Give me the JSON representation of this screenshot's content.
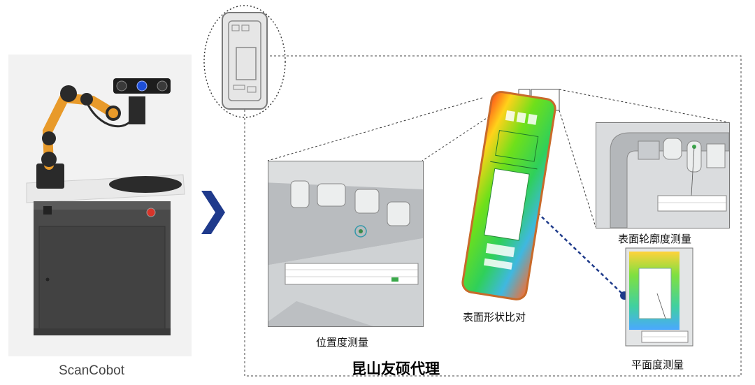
{
  "product": {
    "name": "ScanCobot"
  },
  "measurements": {
    "position": "位置度测量",
    "surface_compare": "表面形状比对",
    "profile": "表面轮廓度测量",
    "flatness": "平面度测量"
  },
  "agent": {
    "text": "昆山友硕代理"
  },
  "colors": {
    "arm_orange": "#e89a2a",
    "chevron": "#1f3a8c",
    "connector_dot": "#1e3a8a"
  }
}
